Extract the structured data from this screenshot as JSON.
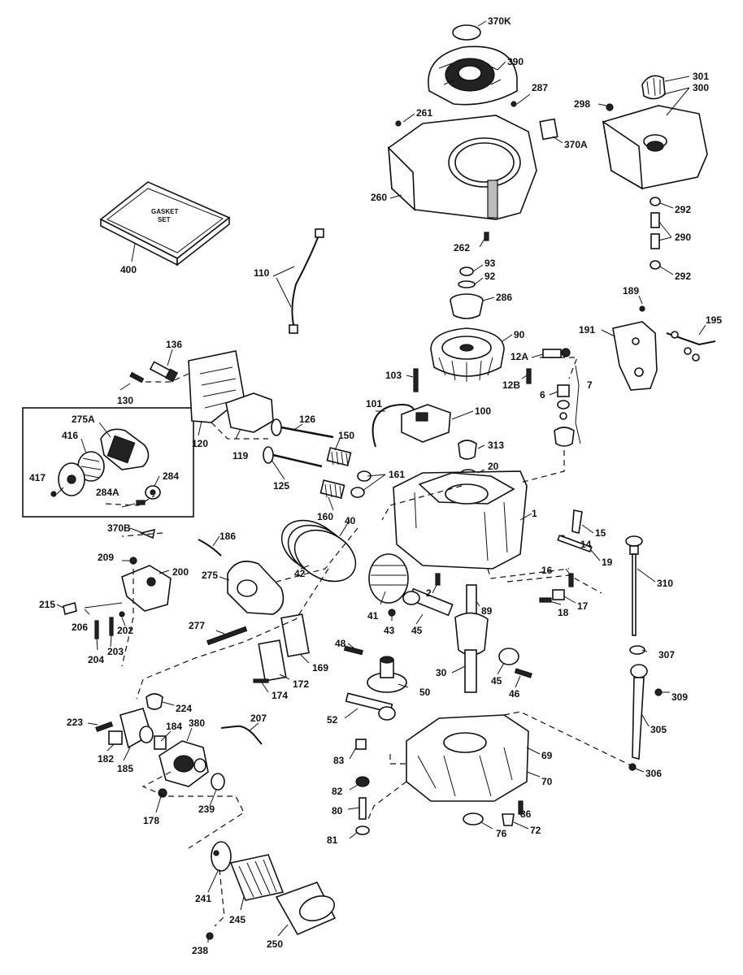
{
  "gasket_set_text": [
    "GASKET",
    "SET"
  ],
  "labels": [
    {
      "id": "370K",
      "text": "370K"
    },
    {
      "id": "390",
      "text": "390"
    },
    {
      "id": "287",
      "text": "287"
    },
    {
      "id": "261",
      "text": "261"
    },
    {
      "id": "370A",
      "text": "370A"
    },
    {
      "id": "260",
      "text": "260"
    },
    {
      "id": "262",
      "text": "262"
    },
    {
      "id": "301",
      "text": "301"
    },
    {
      "id": "300",
      "text": "300"
    },
    {
      "id": "298",
      "text": "298"
    },
    {
      "id": "292a",
      "text": "292"
    },
    {
      "id": "290",
      "text": "290"
    },
    {
      "id": "292b",
      "text": "292"
    },
    {
      "id": "400",
      "text": "400"
    },
    {
      "id": "110",
      "text": "110"
    },
    {
      "id": "93",
      "text": "93"
    },
    {
      "id": "92",
      "text": "92"
    },
    {
      "id": "286",
      "text": "286"
    },
    {
      "id": "90",
      "text": "90"
    },
    {
      "id": "189",
      "text": "189"
    },
    {
      "id": "191",
      "text": "191"
    },
    {
      "id": "195",
      "text": "195"
    },
    {
      "id": "12A",
      "text": "12A"
    },
    {
      "id": "12B",
      "text": "12B"
    },
    {
      "id": "6",
      "text": "6"
    },
    {
      "id": "7",
      "text": "7"
    },
    {
      "id": "136",
      "text": "136"
    },
    {
      "id": "103",
      "text": "103"
    },
    {
      "id": "130",
      "text": "130"
    },
    {
      "id": "101",
      "text": "101"
    },
    {
      "id": "100",
      "text": "100"
    },
    {
      "id": "275A",
      "text": "275A"
    },
    {
      "id": "120",
      "text": "120"
    },
    {
      "id": "119",
      "text": "119"
    },
    {
      "id": "126a",
      "text": "126"
    },
    {
      "id": "150a",
      "text": "150"
    },
    {
      "id": "313",
      "text": "313"
    },
    {
      "id": "20",
      "text": "20"
    },
    {
      "id": "416",
      "text": "416"
    },
    {
      "id": "284",
      "text": "284"
    },
    {
      "id": "417",
      "text": "417"
    },
    {
      "id": "284A",
      "text": "284A"
    },
    {
      "id": "125",
      "text": "125"
    },
    {
      "id": "161",
      "text": "161"
    },
    {
      "id": "160",
      "text": "160"
    },
    {
      "id": "40",
      "text": "40"
    },
    {
      "id": "1",
      "text": "1"
    },
    {
      "id": "370B",
      "text": "370B"
    },
    {
      "id": "186",
      "text": "186"
    },
    {
      "id": "15",
      "text": "15"
    },
    {
      "id": "14",
      "text": "14"
    },
    {
      "id": "209",
      "text": "209"
    },
    {
      "id": "200",
      "text": "200"
    },
    {
      "id": "275",
      "text": "275"
    },
    {
      "id": "42",
      "text": "42"
    },
    {
      "id": "19",
      "text": "19"
    },
    {
      "id": "16",
      "text": "16"
    },
    {
      "id": "310",
      "text": "310"
    },
    {
      "id": "215",
      "text": "215"
    },
    {
      "id": "206",
      "text": "206"
    },
    {
      "id": "202",
      "text": "202"
    },
    {
      "id": "2",
      "text": "2"
    },
    {
      "id": "89a",
      "text": "89"
    },
    {
      "id": "18",
      "text": "18"
    },
    {
      "id": "17",
      "text": "17"
    },
    {
      "id": "41",
      "text": "41"
    },
    {
      "id": "43",
      "text": "43"
    },
    {
      "id": "45a",
      "text": "45"
    },
    {
      "id": "277",
      "text": "277"
    },
    {
      "id": "203",
      "text": "203"
    },
    {
      "id": "204",
      "text": "204"
    },
    {
      "id": "48",
      "text": "48"
    },
    {
      "id": "307",
      "text": "307"
    },
    {
      "id": "169",
      "text": "169"
    },
    {
      "id": "172",
      "text": "172"
    },
    {
      "id": "30",
      "text": "30"
    },
    {
      "id": "45b",
      "text": "45"
    },
    {
      "id": "46",
      "text": "46"
    },
    {
      "id": "174",
      "text": "174"
    },
    {
      "id": "50",
      "text": "50"
    },
    {
      "id": "309",
      "text": "309"
    },
    {
      "id": "224",
      "text": "224"
    },
    {
      "id": "52",
      "text": "52"
    },
    {
      "id": "207",
      "text": "207"
    },
    {
      "id": "223",
      "text": "223"
    },
    {
      "id": "184",
      "text": "184"
    },
    {
      "id": "380",
      "text": "380"
    },
    {
      "id": "305",
      "text": "305"
    },
    {
      "id": "182",
      "text": "182"
    },
    {
      "id": "185",
      "text": "185"
    },
    {
      "id": "83",
      "text": "83"
    },
    {
      "id": "69",
      "text": "69"
    },
    {
      "id": "306",
      "text": "306"
    },
    {
      "id": "82",
      "text": "82"
    },
    {
      "id": "70",
      "text": "70"
    },
    {
      "id": "178",
      "text": "178"
    },
    {
      "id": "239",
      "text": "239"
    },
    {
      "id": "80",
      "text": "80"
    },
    {
      "id": "86",
      "text": "86"
    },
    {
      "id": "81",
      "text": "81"
    },
    {
      "id": "76",
      "text": "76"
    },
    {
      "id": "72",
      "text": "72"
    },
    {
      "id": "241",
      "text": "241"
    },
    {
      "id": "245",
      "text": "245"
    },
    {
      "id": "238",
      "text": "238"
    },
    {
      "id": "250",
      "text": "250"
    }
  ]
}
